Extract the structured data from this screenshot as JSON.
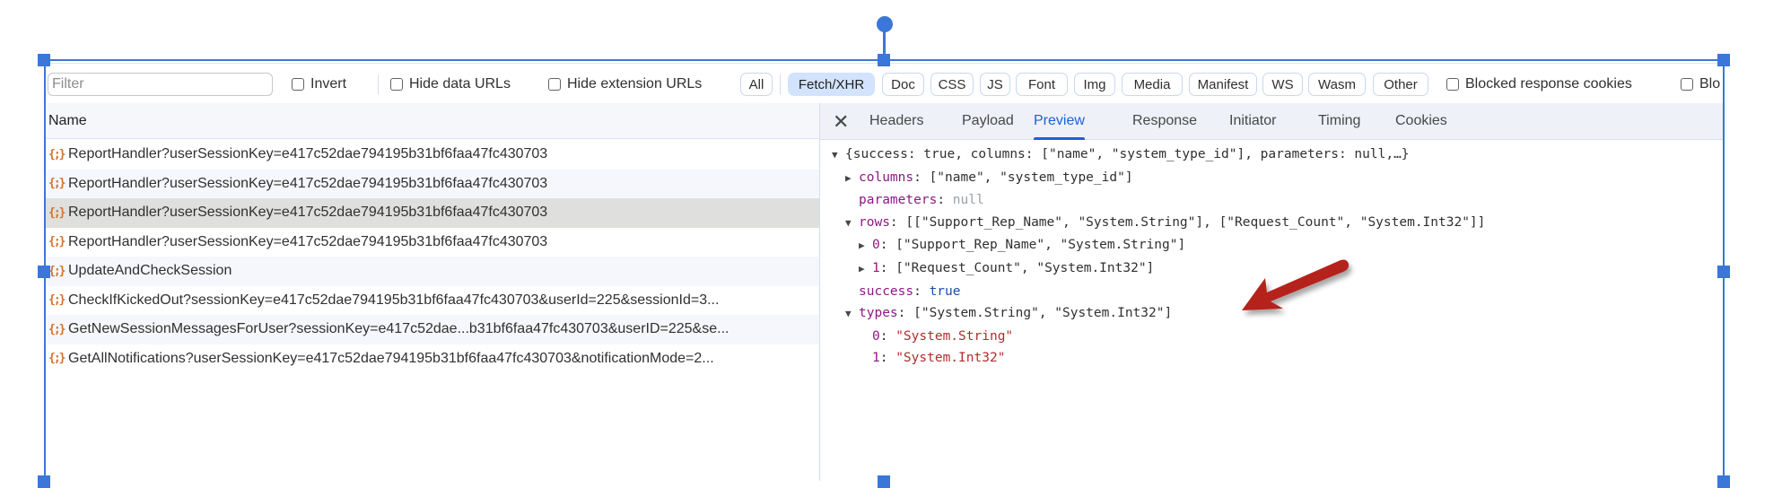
{
  "toolbar": {
    "filter_placeholder": "Filter",
    "filter_value": "",
    "invert_label": "Invert",
    "hide_data_urls_label": "Hide data URLs",
    "hide_extension_urls_label": "Hide extension URLs",
    "type_filters": [
      {
        "label": "All",
        "active": false
      },
      {
        "label": "Fetch/XHR",
        "active": true
      },
      {
        "label": "Doc",
        "active": false
      },
      {
        "label": "CSS",
        "active": false
      },
      {
        "label": "JS",
        "active": false
      },
      {
        "label": "Font",
        "active": false
      },
      {
        "label": "Img",
        "active": false
      },
      {
        "label": "Media",
        "active": false
      },
      {
        "label": "Manifest",
        "active": false
      },
      {
        "label": "WS",
        "active": false
      },
      {
        "label": "Wasm",
        "active": false
      },
      {
        "label": "Other",
        "active": false
      }
    ],
    "blocked_response_cookies_label": "Blocked response cookies",
    "blocked_requests_label_truncated": "Blo"
  },
  "requests": {
    "column_header": "Name",
    "icon": "xhr-icon",
    "icon_glyph": "{;}",
    "rows": [
      {
        "name": "ReportHandler?userSessionKey=e417c52dae794195b31bf6faa47fc430703",
        "selected": false
      },
      {
        "name": "ReportHandler?userSessionKey=e417c52dae794195b31bf6faa47fc430703",
        "selected": false
      },
      {
        "name": "ReportHandler?userSessionKey=e417c52dae794195b31bf6faa47fc430703",
        "selected": true
      },
      {
        "name": "ReportHandler?userSessionKey=e417c52dae794195b31bf6faa47fc430703",
        "selected": false
      },
      {
        "name": "UpdateAndCheckSession",
        "selected": false
      },
      {
        "name": "CheckIfKickedOut?sessionKey=e417c52dae794195b31bf6faa47fc430703&userId=225&sessionId=3...",
        "selected": false
      },
      {
        "name": "GetNewSessionMessagesForUser?sessionKey=e417c52dae...b31bf6faa47fc430703&userID=225&se...",
        "selected": false
      },
      {
        "name": "GetAllNotifications?userSessionKey=e417c52dae794195b31bf6faa47fc430703&notificationMode=2...",
        "selected": false
      }
    ]
  },
  "details": {
    "close_icon": "close-icon",
    "tabs": [
      {
        "label": "Headers",
        "active": false
      },
      {
        "label": "Payload",
        "active": false
      },
      {
        "label": "Preview",
        "active": true
      },
      {
        "label": "Response",
        "active": false
      },
      {
        "label": "Initiator",
        "active": false
      },
      {
        "label": "Timing",
        "active": false
      },
      {
        "label": "Cookies",
        "active": false
      }
    ],
    "preview": {
      "root_summary": "{success: true, columns: [\"name\", \"system_type_id\"], parameters: null,…}",
      "columns_key": "columns",
      "columns_value": "[\"name\", \"system_type_id\"]",
      "parameters_key": "parameters",
      "parameters_value": "null",
      "rows_key": "rows",
      "rows_value": "[[\"Support_Rep_Name\", \"System.String\"], [\"Request_Count\", \"System.Int32\"]]",
      "rows_items": [
        {
          "key": "0",
          "value": "[\"Support_Rep_Name\", \"System.String\"]"
        },
        {
          "key": "1",
          "value": "[\"Request_Count\", \"System.Int32\"]"
        }
      ],
      "success_key": "success",
      "success_value": "true",
      "types_key": "types",
      "types_value": "[\"System.String\", \"System.Int32\"]",
      "types_items": [
        {
          "key": "0",
          "value": "\"System.String\""
        },
        {
          "key": "1",
          "value": "\"System.Int32\""
        }
      ]
    }
  },
  "annotation": {
    "arrow_color": "#b5231f",
    "points_to": "types"
  },
  "colors": {
    "selection_accent": "#3b76d9",
    "active_tab": "#1a62d6",
    "active_chip_bg": "#d3e3fd",
    "selected_row_bg": "#dfe0dd"
  }
}
